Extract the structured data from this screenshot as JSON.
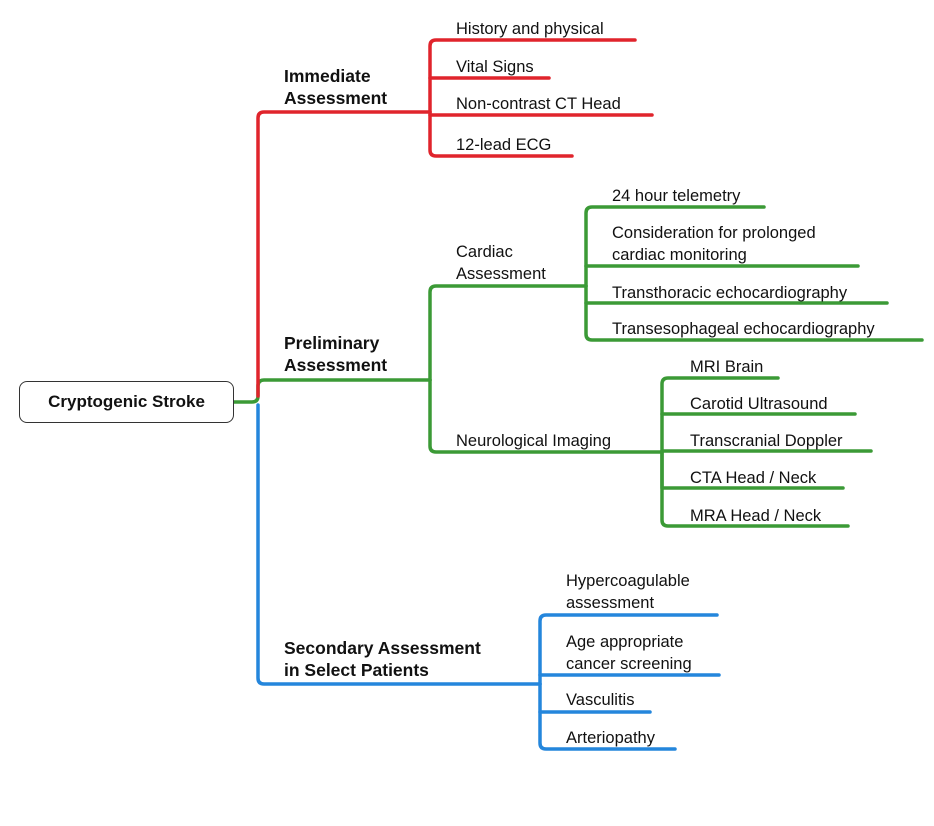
{
  "root": {
    "label": "Cryptogenic Stroke"
  },
  "colors": {
    "immediate": "#e0242c",
    "preliminary": "#3b9a36",
    "secondary": "#2486dc"
  },
  "branches": {
    "immediate": {
      "label_line1": "Immediate",
      "label_line2": "Assessment",
      "items": [
        "History and physical",
        "Vital Signs",
        "Non-contrast CT Head",
        "12-lead ECG"
      ]
    },
    "preliminary": {
      "label_line1": "Preliminary",
      "label_line2": "Assessment",
      "cardiac": {
        "label_line1": "Cardiac",
        "label_line2": "Assessment",
        "items": [
          "24 hour telemetry",
          "Consideration for prolonged",
          "cardiac monitoring",
          "Transthoracic echocardiography",
          "Transesophageal echocardiography"
        ]
      },
      "neuro": {
        "label": "Neurological Imaging",
        "items": [
          "MRI Brain",
          "Carotid Ultrasound",
          "Transcranial Doppler",
          "CTA Head / Neck",
          "MRA Head / Neck"
        ]
      }
    },
    "secondary": {
      "label_line1": "Secondary Assessment",
      "label_line2": "in Select Patients",
      "items": [
        "Hypercoagulable",
        "assessment",
        "Age appropriate",
        "cancer screening",
        "Vasculitis",
        "Arteriopathy"
      ]
    }
  }
}
